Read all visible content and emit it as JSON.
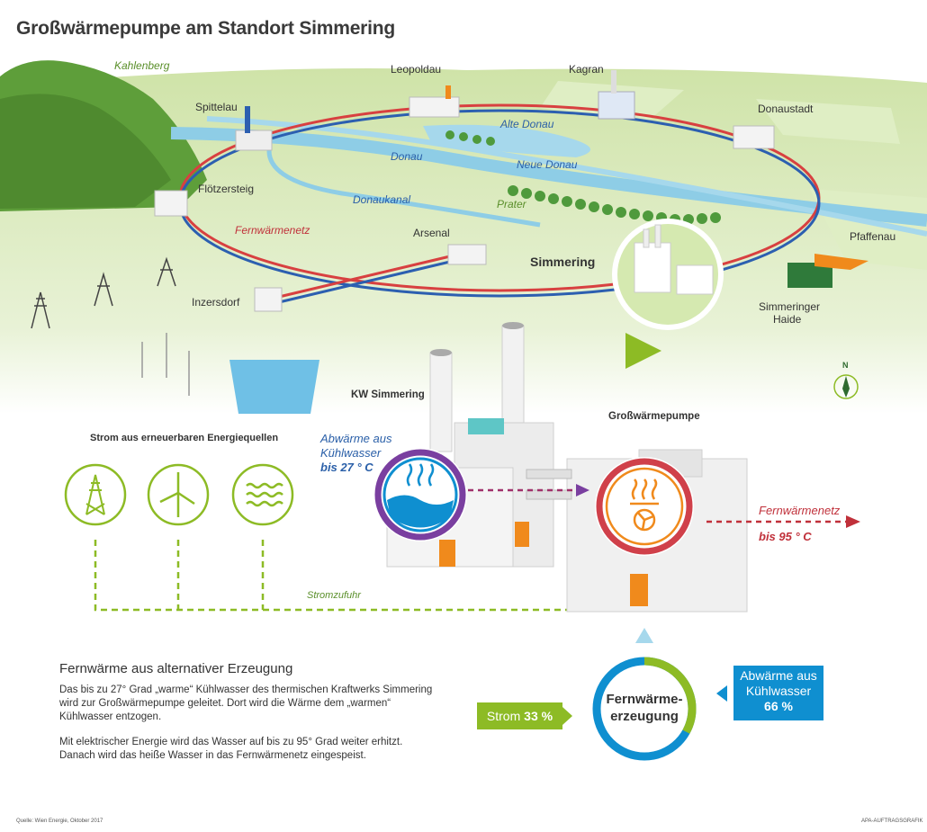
{
  "title": "Großwärmepumpe am Standort Simmering",
  "map": {
    "kahlenberg": "Kahlenberg",
    "spittelau": "Spittelau",
    "leopoldau": "Leopoldau",
    "kagran": "Kagran",
    "donaustadt": "Donaustadt",
    "alte_donau": "Alte Donau",
    "donau": "Donau",
    "neue_donau": "Neue Donau",
    "floetzersteig": "Flötzersteig",
    "donaukanal": "Donaukanal",
    "prater": "Prater",
    "fernwaermenetz": "Fernwärmenetz",
    "arsenal": "Arsenal",
    "simmering": "Simmering",
    "pfaffenau": "Pfaffenau",
    "inzersdorf": "Inzersdorf",
    "simmeringer_haide_1": "Simmeringer",
    "simmeringer_haide_2": "Haide",
    "compass": "N"
  },
  "process": {
    "kw_simmering": "KW Simmering",
    "grosswaermepumpe": "Großwärmepumpe",
    "strom_title": "Strom aus erneuerbaren Energiequellen",
    "abwaerme_1": "Abwärme aus",
    "abwaerme_2": "Kühlwasser",
    "abwaerme_3": "bis 27 ° C",
    "fernwaermenetz": "Fernwärmenetz",
    "bis95": "bis 95 ° C",
    "stromzufuhr": "Stromzufuhr"
  },
  "text": {
    "section_title": "Fernwärme aus alternativer Erzeugung",
    "p1_l1": "Das bis zu 27° Grad „warme“ Kühlwasser des thermischen Kraftwerks Simmering",
    "p1_l2": "wird zur Großwärmepumpe geleitet. Dort wird die Wärme dem „warmen“",
    "p1_l3": "Kühlwasser entzogen.",
    "p2_l1": "Mit elektrischer Energie wird das Wasser auf bis zu 95° Grad weiter erhitzt.",
    "p2_l2": "Danach wird das heiße Wasser in das Fernwärmenetz eingespeist."
  },
  "share": {
    "center_1": "Fernwärme-",
    "center_2": "erzeugung",
    "strom_label": "Strom",
    "strom_value": "33 %",
    "strom_fraction": 0.33,
    "abwaerme_label_1": "Abwärme aus",
    "abwaerme_label_2": "Kühlwasser",
    "abwaerme_value": "66 %",
    "abwaerme_fraction": 0.66
  },
  "footer": {
    "source": "Quelle: Wien Energie, Oktober 2017",
    "credit": "APA-AUFTRAGSGRAFIK"
  },
  "colors": {
    "green": "#8dbb25",
    "blue": "#0f8fd0",
    "red": "#c0303a",
    "orange": "#f08a1c"
  }
}
